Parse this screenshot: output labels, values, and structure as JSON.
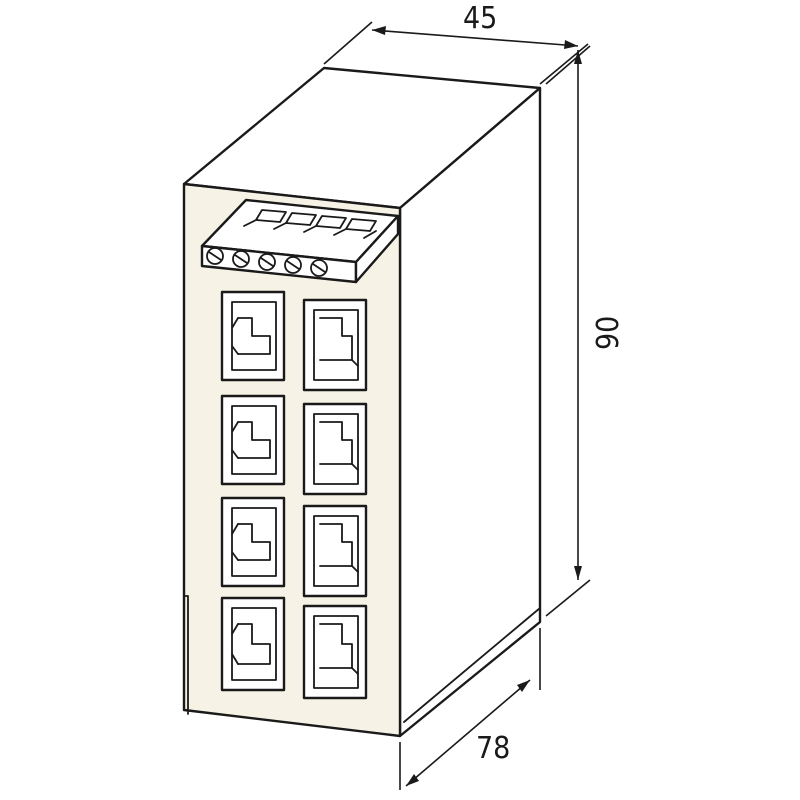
{
  "dimensions": {
    "width": {
      "value": "45"
    },
    "height": {
      "value": "90"
    },
    "depth": {
      "value": "78"
    }
  },
  "device": {
    "ports": {
      "rows": 4,
      "columns": 2
    },
    "terminal_block": {
      "pins": 5
    }
  },
  "colors": {
    "line": "#1a1a1a",
    "face": "#f7f2e6",
    "background": "#ffffff"
  }
}
